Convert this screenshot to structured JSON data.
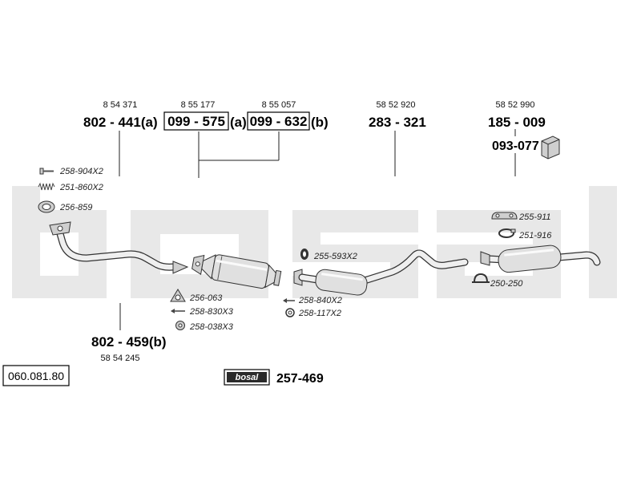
{
  "watermark": "bosal",
  "drawing_number": "060.081.80",
  "parts": {
    "front_pipe_a": {
      "oe": "8 54 371",
      "label": "802 - 441(a)"
    },
    "catalyst_a": {
      "oe": "8 55 177",
      "number": "099 - 575",
      "variant": "(a)"
    },
    "catalyst_b": {
      "oe": "8 55 057",
      "number": "099 - 632",
      "variant": "(b)"
    },
    "centre_silencer": {
      "oe": "58 52 920",
      "number": "283 - 321"
    },
    "rear_silencer": {
      "oe": "58 52 990",
      "number": "185 - 009"
    },
    "rear_fitting_kit": {
      "number": "093-077"
    },
    "front_pipe_b": {
      "label": "802 - 459(b)",
      "oe": "58 54 245"
    }
  },
  "fittings": {
    "bolt_front": "258-904X2",
    "spring_front": "251-860X2",
    "gasket_front": "256-859",
    "rubber_mount_rear": "255-911",
    "clamp_rear": "251-916",
    "ring_centre": "255-593X2",
    "u_clamp_rear": "250-250",
    "gasket_cat": "256-063",
    "bolt_cat": "258-830X3",
    "nut_cat": "258-038X3",
    "bolt_centre": "258-840X2",
    "ring_centre_lower": "258-117X2"
  },
  "kit": {
    "logo": "bosal",
    "number": "257-469"
  }
}
